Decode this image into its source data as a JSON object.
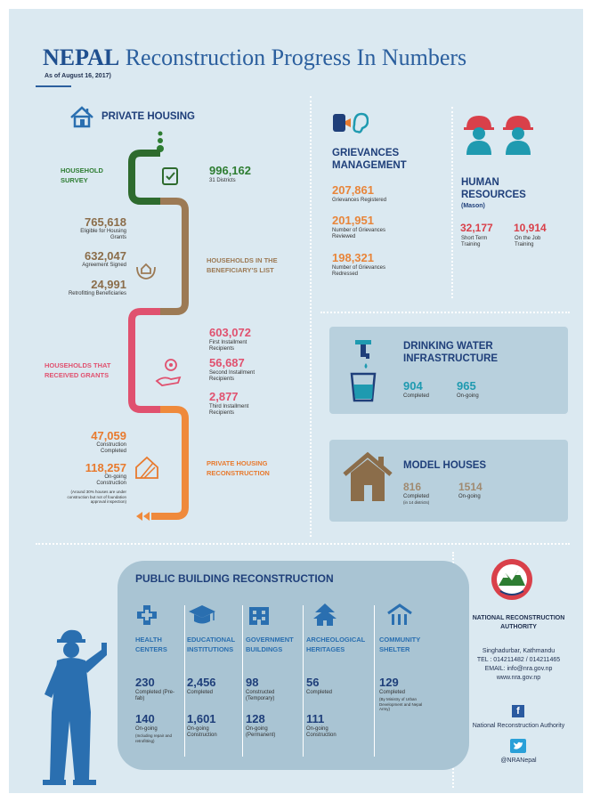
{
  "title": {
    "bold": "NEPAL",
    "rest": "Reconstruction Progress In Numbers",
    "as_of": "As of August 16, 2017)"
  },
  "private_housing": {
    "heading": "PRIVATE HOUSING",
    "household_survey": {
      "label": "HOUSEHOLD SURVEY",
      "value": "996,162",
      "sub": "31 Districts"
    },
    "beneficiaries": {
      "label": "HOUSEHOLDS IN THE BENEFICIARY'S LIST",
      "eligible": {
        "value": "765,618",
        "sub": "Eligible for Housing Grants"
      },
      "agreement": {
        "value": "632,047",
        "sub": "Agreement Signed"
      },
      "retrofitting": {
        "value": "24,991",
        "sub": "Retrofitting Beneficiaries"
      }
    },
    "grants": {
      "label": "HOUSEHOLDS THAT RECEIVED GRANTS",
      "first": {
        "value": "603,072",
        "sub": "First Installment Recipients"
      },
      "second": {
        "value": "56,687",
        "sub": "Second Installment Recipients"
      },
      "third": {
        "value": "2,877",
        "sub": "Third Installment Recipients"
      }
    },
    "reconstruction": {
      "label": "PRIVATE HOUSING RECONSTRUCTION",
      "completed": {
        "value": "47,059",
        "sub": "Construction Completed"
      },
      "ongoing": {
        "value": "118,257",
        "sub": "On-going Construction",
        "note": "(Around 30% houses are under construction but not of foundation approval inspection)"
      }
    }
  },
  "grievances": {
    "heading": "GRIEVANCES MANAGEMENT",
    "registered": {
      "value": "207,861",
      "sub": "Grievances Registered"
    },
    "reviewed": {
      "value": "201,951",
      "sub": "Number of Grievances Reviewed"
    },
    "redressed": {
      "value": "198,321",
      "sub": "Number of Grievances Redressed"
    }
  },
  "human_resources": {
    "heading": "HUMAN RESOURCES",
    "sub": "(Mason)",
    "short_term": {
      "value": "32,177",
      "sub": "Short Term Training"
    },
    "on_job": {
      "value": "10,914",
      "sub": "On the Job Training"
    }
  },
  "drinking_water": {
    "heading": "DRINKING WATER INFRASTRUCTURE",
    "completed": {
      "value": "904",
      "sub": "Completed"
    },
    "ongoing": {
      "value": "965",
      "sub": "On-going"
    }
  },
  "model_houses": {
    "heading": "MODEL HOUSES",
    "completed": {
      "value": "816",
      "sub": "Completed",
      "note": "(in 14 districts)"
    },
    "ongoing": {
      "value": "1514",
      "sub": "On-going"
    }
  },
  "public_building": {
    "heading": "PUBLIC BUILDING RECONSTRUCTION",
    "columns": [
      {
        "name": "HEALTH CENTERS",
        "v1": "230",
        "s1": "Completed (Pre-fab)",
        "v2": "140",
        "s2": "On-going",
        "n2": "(Including repair and retrofitting)"
      },
      {
        "name": "EDUCATIONAL INSTITUTIONS",
        "v1": "2,456",
        "s1": "Completed",
        "v2": "1,601",
        "s2": "On-going Construction",
        "n2": ""
      },
      {
        "name": "GOVERNMENT BUILDINGS",
        "v1": "98",
        "s1": "Constructed (Temporary)",
        "v2": "128",
        "s2": "On-going (Permanent)",
        "n2": ""
      },
      {
        "name": "ARCHEOLOGICAL HERITAGES",
        "v1": "56",
        "s1": "Completed",
        "v2": "111",
        "s2": "On-going Construction",
        "n2": ""
      },
      {
        "name": "COMMUNITY SHELTER",
        "v1": "129",
        "s1": "Completed",
        "v2": "",
        "s2": "",
        "n2": "(By Ministry of Urban Development and Nepal Army)"
      }
    ]
  },
  "nra": {
    "name": "NATIONAL RECONSTRUCTION AUTHORITY",
    "address": "Singhadurbar, Kathmandu",
    "tel": "TEL : 014211482 / 014211465",
    "email": "EMAIL: info@nra.gov.np",
    "web": "www.nra.gov.np",
    "facebook": "National Reconstruction Authority",
    "twitter": "@NRANepal"
  },
  "colors": {
    "green": "#2e7d32",
    "brown": "#9c7a55",
    "pink": "#e0516f",
    "orange": "#e87a2e",
    "navy": "#1f3f7a",
    "teal": "#1f9ab0",
    "red": "#d9404a"
  }
}
